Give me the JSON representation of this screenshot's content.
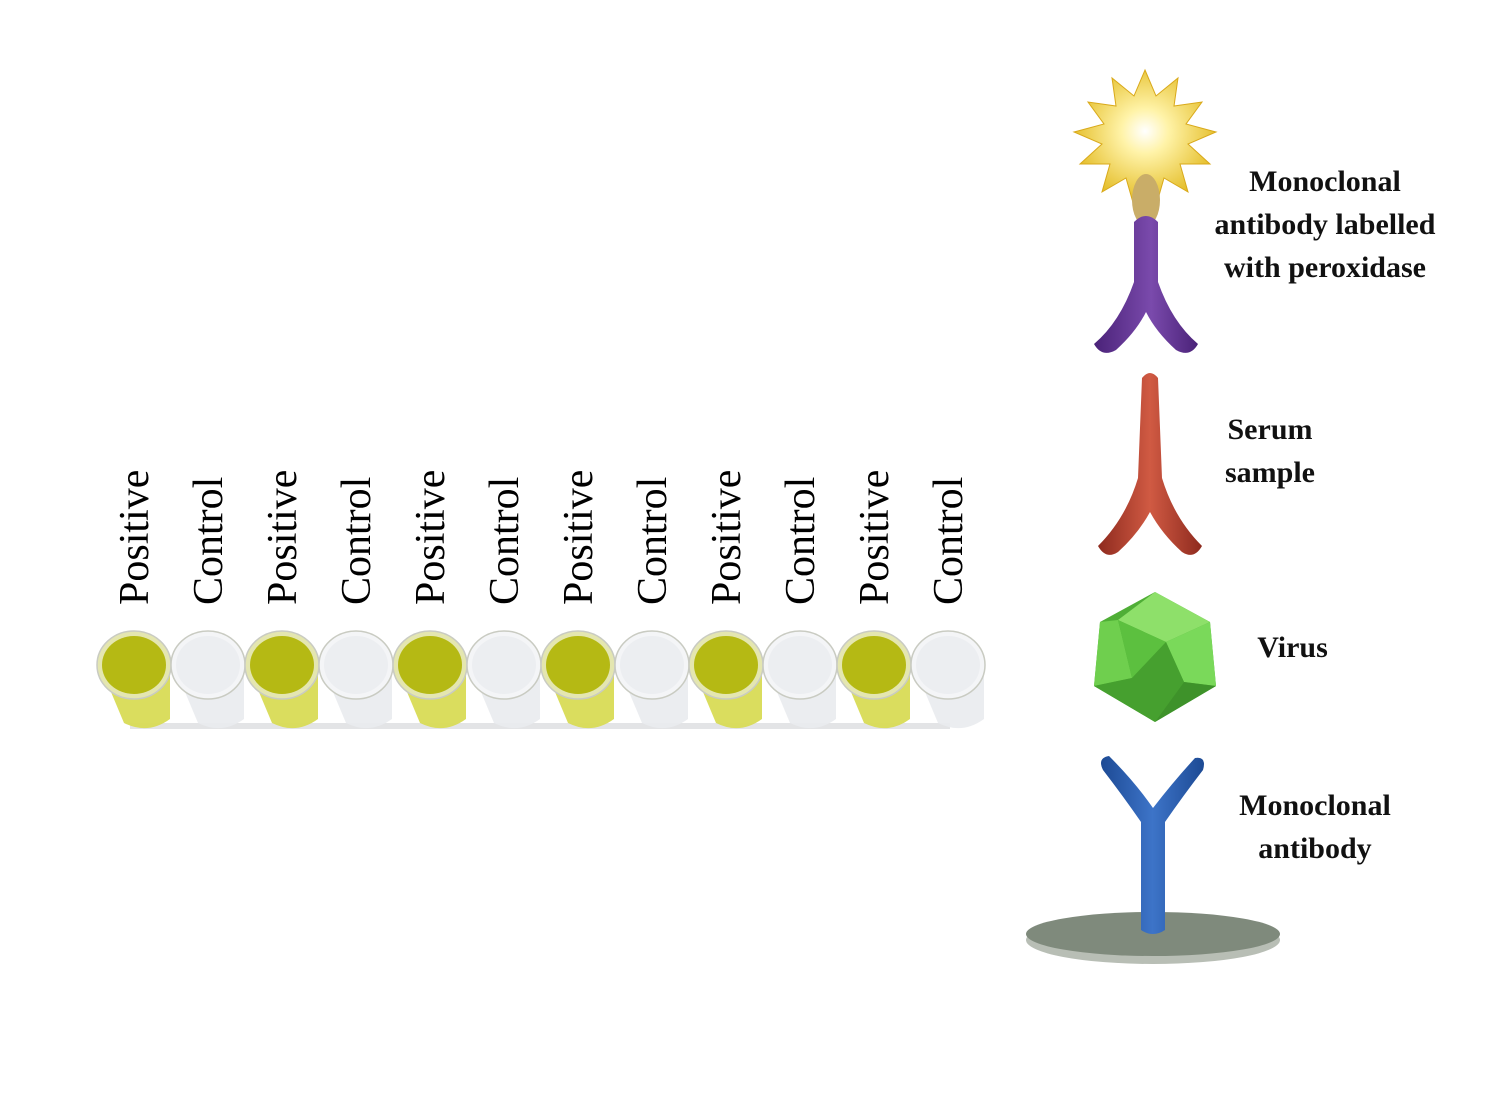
{
  "wells": [
    {
      "label": "Positive",
      "state": "positive"
    },
    {
      "label": "Control",
      "state": "control"
    },
    {
      "label": "Positive",
      "state": "positive"
    },
    {
      "label": "Control",
      "state": "control"
    },
    {
      "label": "Positive",
      "state": "positive"
    },
    {
      "label": "Control",
      "state": "control"
    },
    {
      "label": "Positive",
      "state": "positive"
    },
    {
      "label": "Control",
      "state": "control"
    },
    {
      "label": "Positive",
      "state": "positive"
    },
    {
      "label": "Control",
      "state": "control"
    },
    {
      "label": "Positive",
      "state": "positive"
    },
    {
      "label": "Control",
      "state": "control"
    }
  ],
  "legend": {
    "labelled_antibody": [
      "Monoclonal",
      "antibody labelled",
      "with peroxidase"
    ],
    "serum": [
      "Serum",
      "sample"
    ],
    "virus": [
      "Virus"
    ],
    "capture_antibody": [
      "Monoclonal",
      "antibody"
    ]
  },
  "colors": {
    "positive_fill": "#b5b914",
    "positive_side": "#d8db55",
    "control": "#e9ebee",
    "labelled_antibody": "#6b3a9a",
    "enzyme": "#f5d43a",
    "serum": "#c24a35",
    "virus": "#6cc94a",
    "capture_antibody": "#2f63b5",
    "plate": "#7f8a7c"
  }
}
